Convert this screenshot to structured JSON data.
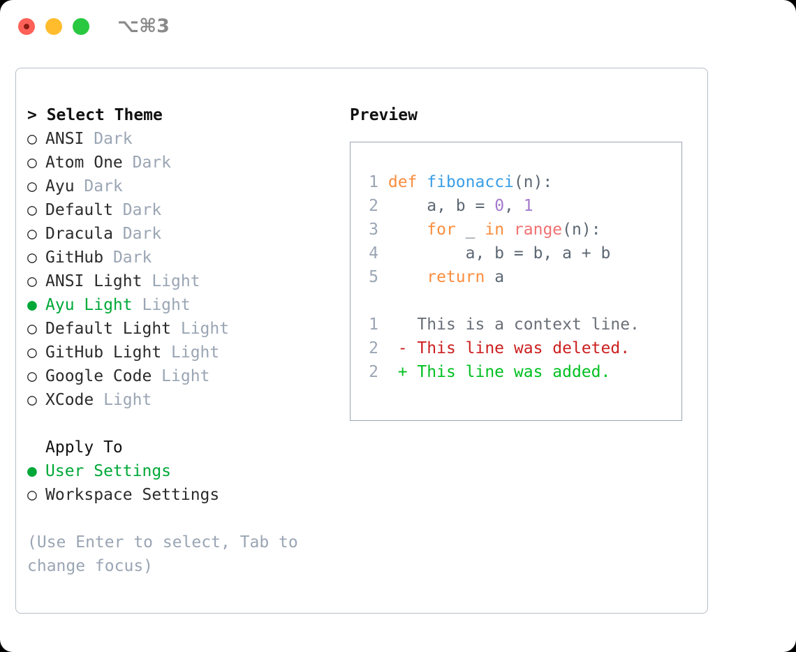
{
  "window": {
    "shortcut": "⌥⌘3",
    "traffic_lights": [
      "close-red",
      "minimize-yellow",
      "maximize-green"
    ]
  },
  "theme_section": {
    "prefix": "> ",
    "title": "Select Theme",
    "focused": true,
    "selected_bullet": "●",
    "unselected_bullet": "○",
    "items": [
      {
        "name": "ANSI",
        "badge": "Dark",
        "selected": false
      },
      {
        "name": "Atom One",
        "badge": "Dark",
        "selected": false
      },
      {
        "name": "Ayu",
        "badge": "Dark",
        "selected": false
      },
      {
        "name": "Default",
        "badge": "Dark",
        "selected": false
      },
      {
        "name": "Dracula",
        "badge": "Dark",
        "selected": false
      },
      {
        "name": "GitHub",
        "badge": "Dark",
        "selected": false
      },
      {
        "name": "ANSI Light",
        "badge": "Light",
        "selected": false
      },
      {
        "name": "Ayu Light",
        "badge": "Light",
        "selected": true
      },
      {
        "name": "Default Light",
        "badge": "Light",
        "selected": false
      },
      {
        "name": "GitHub Light",
        "badge": "Light",
        "selected": false
      },
      {
        "name": "Google Code",
        "badge": "Light",
        "selected": false
      },
      {
        "name": "XCode",
        "badge": "Light",
        "selected": false
      }
    ]
  },
  "apply_section": {
    "title": "Apply To",
    "focused": false,
    "items": [
      {
        "name": "User Settings",
        "selected": true
      },
      {
        "name": "Workspace Settings",
        "selected": false
      }
    ]
  },
  "hint": "(Use Enter to select, Tab to change focus)",
  "preview": {
    "title": "Preview",
    "code": [
      {
        "ln": "1",
        "tokens": [
          {
            "t": "def",
            "c": "kw"
          },
          {
            "t": " ",
            "c": "punct"
          },
          {
            "t": "fibonacci",
            "c": "fn"
          },
          {
            "t": "(n):",
            "c": "punct"
          }
        ]
      },
      {
        "ln": "2",
        "tokens": [
          {
            "t": "    a, b = ",
            "c": "ident"
          },
          {
            "t": "0",
            "c": "num"
          },
          {
            "t": ", ",
            "c": "ident"
          },
          {
            "t": "1",
            "c": "num"
          }
        ]
      },
      {
        "ln": "3",
        "tokens": [
          {
            "t": "    ",
            "c": "ident"
          },
          {
            "t": "for",
            "c": "kw"
          },
          {
            "t": " _ ",
            "c": "ident"
          },
          {
            "t": "in",
            "c": "kw"
          },
          {
            "t": " ",
            "c": "ident"
          },
          {
            "t": "range",
            "c": "bi"
          },
          {
            "t": "(n):",
            "c": "punct"
          }
        ]
      },
      {
        "ln": "4",
        "tokens": [
          {
            "t": "        a, b = b, a + b",
            "c": "ident"
          }
        ]
      },
      {
        "ln": "5",
        "tokens": [
          {
            "t": "    ",
            "c": "ident"
          },
          {
            "t": "return",
            "c": "kw"
          },
          {
            "t": " a",
            "c": "ident"
          }
        ]
      }
    ],
    "diff": [
      {
        "ln": "1",
        "marker": " ",
        "text": " This is a context line.",
        "kind": "diff-ctx"
      },
      {
        "ln": "2",
        "marker": "-",
        "text": " This line was deleted.",
        "kind": "diff-del"
      },
      {
        "ln": "2",
        "marker": "+",
        "text": " This line was added.",
        "kind": "diff-add"
      }
    ]
  },
  "colors": {
    "keyword": "#fa8d3e",
    "function": "#399ee6",
    "number": "#a37acc",
    "builtin": "#f07171",
    "identifier": "#5c6773",
    "line_number": "#9aa5b4",
    "selected_green": "#00a838",
    "diff_add": "#00c020",
    "diff_del": "#cc2020",
    "badge_grey": "#9aa5b4",
    "panel_border": "#b7bdc7",
    "preview_border": "#9aa5b4"
  }
}
